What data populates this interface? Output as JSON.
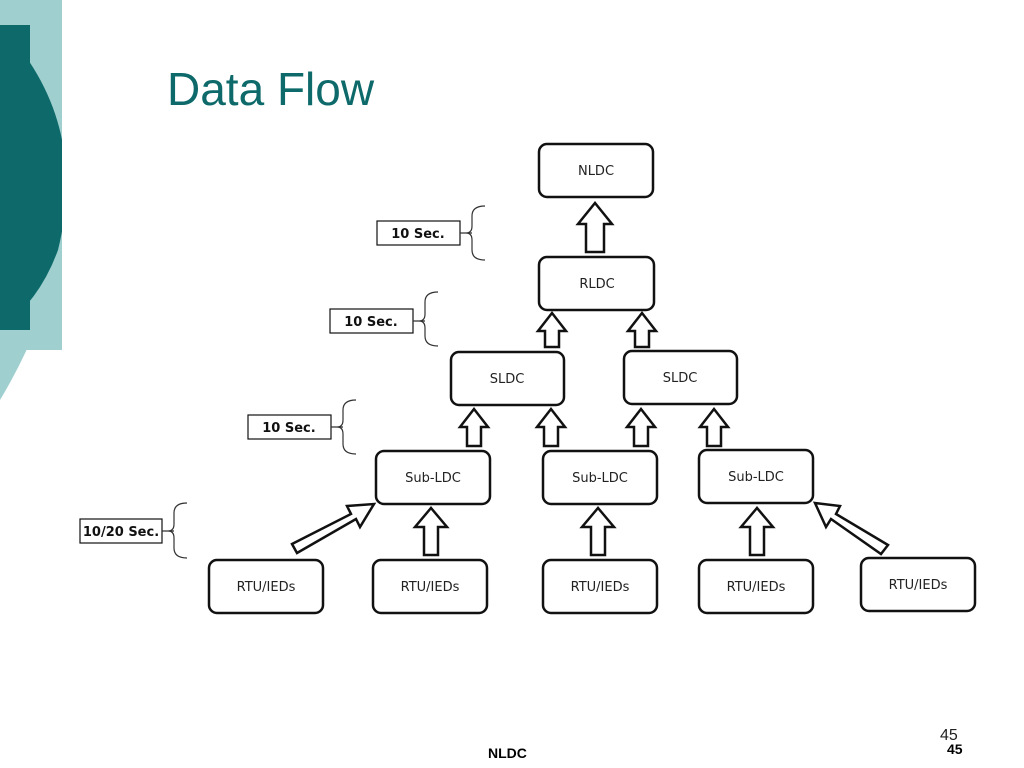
{
  "slide": {
    "title": "Data Flow",
    "footer": "NLDC",
    "page_number": "45",
    "page_number_bold": "45"
  },
  "theme": {
    "accent_dark": "#0e6a6a",
    "accent_light": "#9fcfcf"
  },
  "diagram": {
    "nodes": {
      "nldc": "NLDC",
      "rldc": "RLDC",
      "sldc_left": "SLDC",
      "sldc_right": "SLDC",
      "subldc_1": "Sub-LDC",
      "subldc_2": "Sub-LDC",
      "subldc_3": "Sub-LDC",
      "rtu_1": "RTU/IEDs",
      "rtu_2": "RTU/IEDs",
      "rtu_3": "RTU/IEDs",
      "rtu_4": "RTU/IEDs",
      "rtu_5": "RTU/IEDs"
    },
    "intervals": {
      "rldc_to_nldc": "10 Sec.",
      "sldc_to_rldc": "10 Sec.",
      "subldc_to_sldc": "10 Sec.",
      "rtu_to_subldc": "10/20 Sec."
    }
  }
}
